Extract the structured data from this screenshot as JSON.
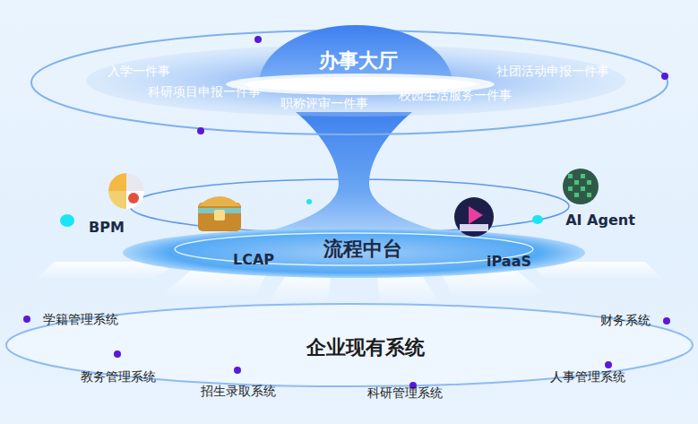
{
  "diagram": {
    "nodes": [
      {
        "text": [
          "办事大厅"
        ]
      },
      {
        "text": [
          "流程中台"
        ]
      },
      {
        "text": [
          "BPM"
        ]
      },
      {
        "text": [
          "LCAP"
        ]
      },
      {
        "text": [
          "iPaaS"
        ]
      },
      {
        "text": [
          "AI Agent"
        ]
      },
      {
        "text": [
          "企业现有系统"
        ]
      }
    ],
    "labels": [
      "入学一件事",
      "科研项目申报一件事",
      "职称评审一件事",
      "校园生活服务一件事",
      "社团活动申报一件事",
      "学籍管理系统",
      "财务系统",
      "教务管理系统",
      "招生录取系统",
      "科研管理系统",
      "人事管理系统"
    ]
  }
}
